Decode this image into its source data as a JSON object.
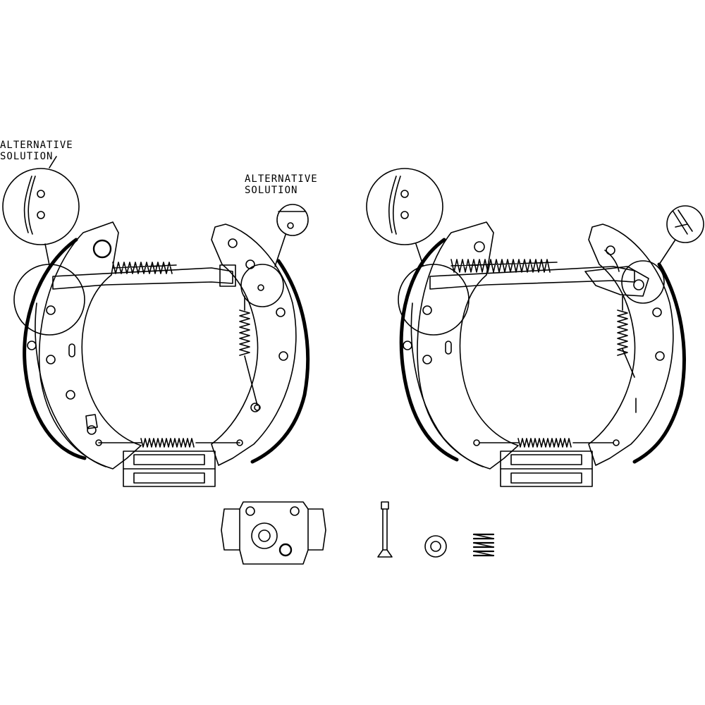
{
  "callouts": {
    "left": {
      "line1": "ALTERNATIVE",
      "line2": "SOLUTION"
    },
    "right": {
      "line1": "ALTERNATIVE",
      "line2": "SOLUTION"
    }
  },
  "colors": {
    "stroke": "#000000",
    "background": "#ffffff"
  }
}
